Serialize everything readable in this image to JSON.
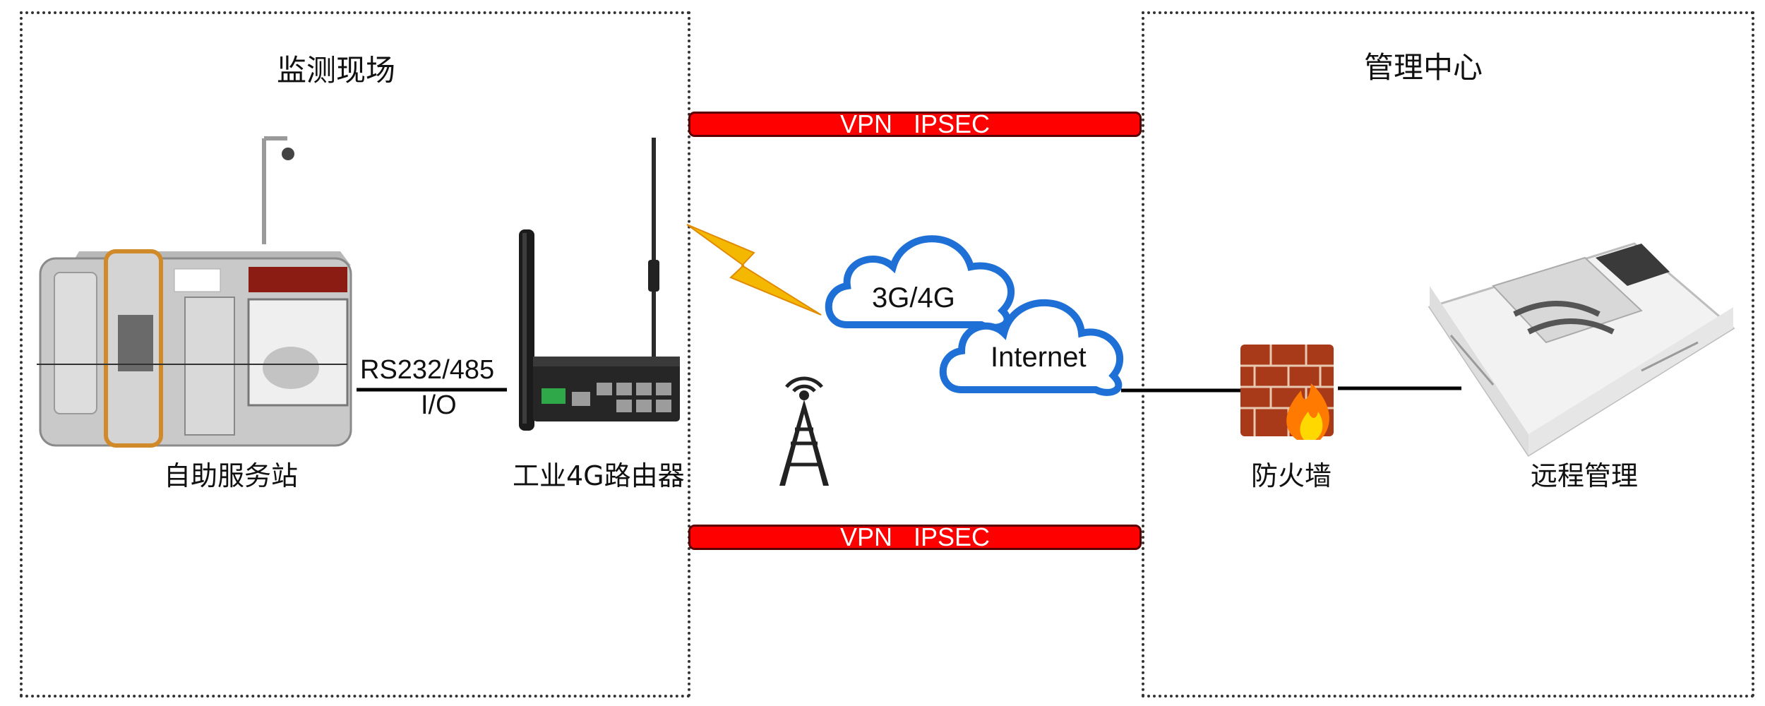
{
  "zones": {
    "site_title": "监测现场",
    "center_title": "管理中心"
  },
  "vpn": {
    "top": "VPN   IPSEC",
    "bottom": "VPN   IPSEC"
  },
  "nodes": {
    "kiosk": "自助服务站",
    "router": "工业4G路由器",
    "firewall": "防火墙",
    "remote": "远程管理"
  },
  "links": {
    "serial_line1": "RS232/485",
    "serial_line2": "I/O"
  },
  "clouds": {
    "cellular": "3G/4G",
    "internet": "Internet"
  },
  "colors": {
    "vpn_bar": "#ff0000",
    "cloud_edge": "#1e6fd6",
    "lightning": "#f5b800"
  },
  "icons": {
    "kiosk": "kiosk-image",
    "router": "router-image",
    "tower": "cell-tower-icon",
    "firewall": "firewall-icon",
    "remote": "control-room-image"
  }
}
